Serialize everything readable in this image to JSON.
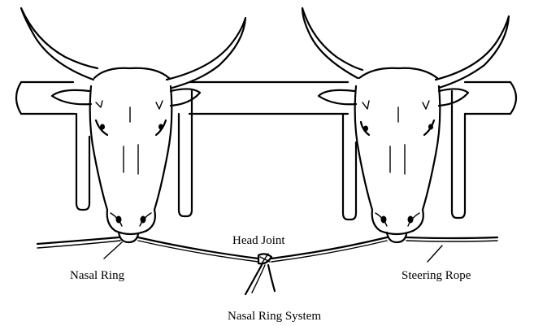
{
  "labels": {
    "head_joint": "Head Joint",
    "nasal_ring": "Nasal Ring",
    "steering_rope": "Steering Rope",
    "caption": "Nasal Ring System"
  }
}
